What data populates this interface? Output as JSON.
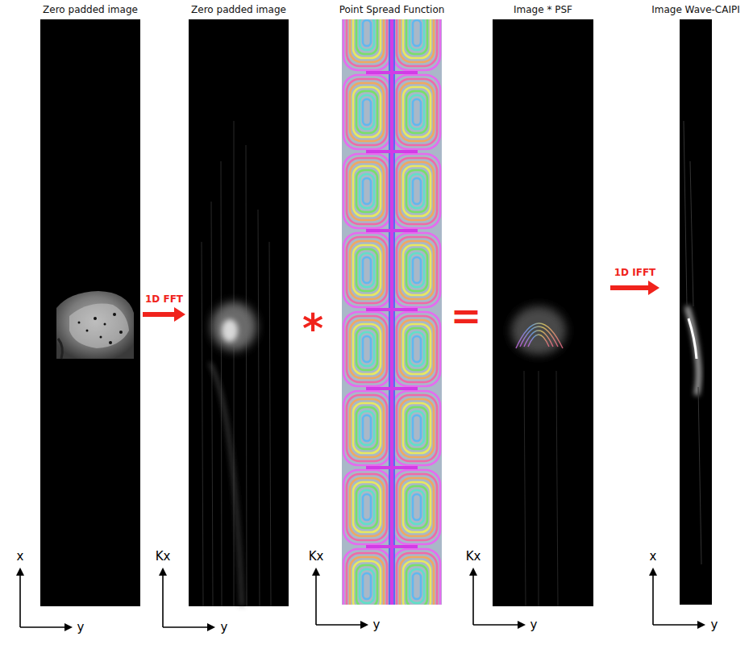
{
  "diagram": {
    "nodes": [
      {
        "text": [
          "Zero padded image"
        ]
      },
      {
        "text": [
          "Zero padded image"
        ]
      },
      {
        "text": [
          "Point Spread Function"
        ]
      },
      {
        "text": [
          "Image * PSF"
        ]
      },
      {
        "text": [
          "Image Wave-CAIPI"
        ]
      }
    ],
    "edges": [
      {
        "from": 0,
        "to": 1,
        "arrow": "to",
        "label": "1D FFT"
      },
      {
        "from": 3,
        "to": 4,
        "arrow": "to",
        "label": "1D IFFT"
      }
    ],
    "labels": [
      "*",
      "=",
      "x",
      "y",
      "Kx",
      "y",
      "Kx",
      "y",
      "Kx",
      "y",
      "x",
      "y"
    ]
  }
}
